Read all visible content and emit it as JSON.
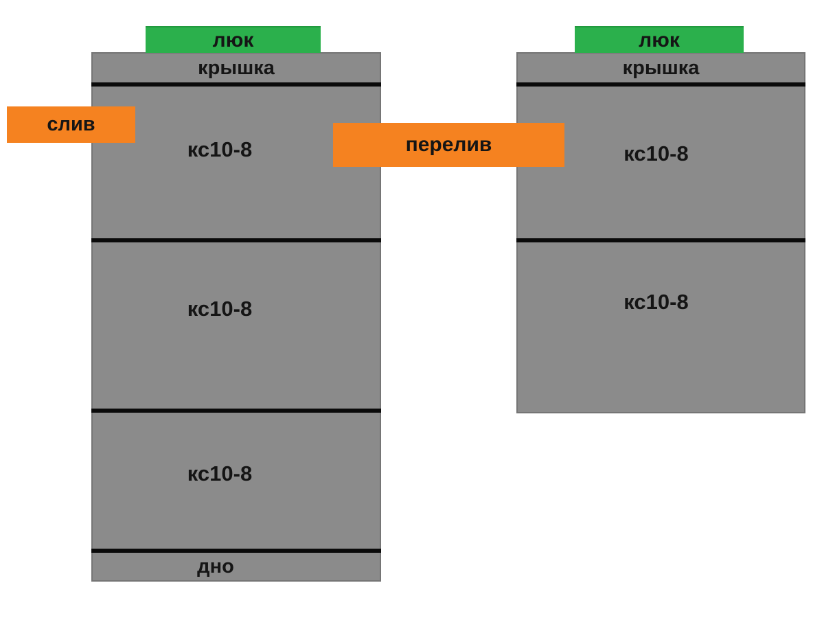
{
  "colors": {
    "background": "#ffffff",
    "hatch_green": "#2bb04c",
    "pipe_orange": "#f58220",
    "concrete_gray": "#8b8b8b",
    "concrete_border": "#757575",
    "joint_line": "#0a0a0a",
    "label_text": "#151515"
  },
  "left_tank": {
    "hatch_label": "люк",
    "cover_label": "крышка",
    "ring_labels": [
      "кс10-8",
      "кс10-8",
      "кс10-8"
    ],
    "bottom_label": "дно"
  },
  "right_tank": {
    "hatch_label": "люк",
    "cover_label": "крышка",
    "ring_labels": [
      "кс10-8",
      "кс10-8"
    ]
  },
  "pipe_labels": {
    "drain": "слив",
    "overflow": "перелив"
  }
}
